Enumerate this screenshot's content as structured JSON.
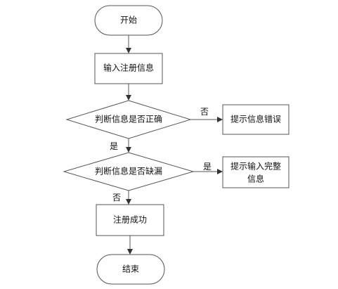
{
  "flowchart": {
    "nodes": {
      "start": "开始",
      "input_info": "输入注册信息",
      "check_correct": "判断信息是否正确",
      "prompt_error": "提示信息错误",
      "check_missing": "判断信息是否缺漏",
      "prompt_complete_line1": "提示输入完整",
      "prompt_complete_line2": "信息",
      "register_success": "注册成功",
      "end": "结束"
    },
    "edge_labels": {
      "correct_no": "否",
      "correct_yes": "是",
      "missing_yes": "是",
      "missing_no": "否"
    }
  }
}
